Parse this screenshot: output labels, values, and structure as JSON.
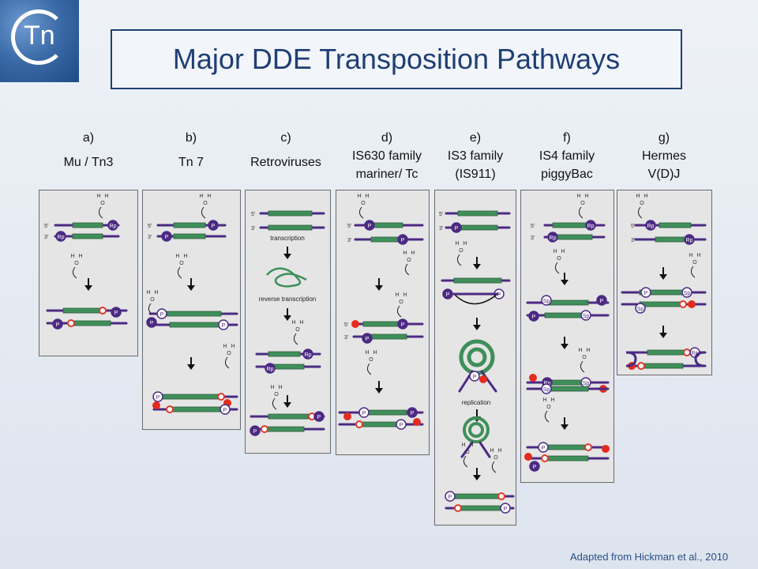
{
  "title": "Major DDE Transposition Pathways",
  "logo_text": "Tn",
  "credit": "Adapted from Hickman et al., 2010",
  "columns": [
    {
      "letter": "a)",
      "line1": "Mu / Tn3",
      "line2": ""
    },
    {
      "letter": "b)",
      "line1": "Tn 7",
      "line2": ""
    },
    {
      "letter": "c)",
      "line1": "Retroviruses",
      "line2": ""
    },
    {
      "letter": "d)",
      "line1": "IS630 family",
      "line2": "mariner/ Tc"
    },
    {
      "letter": "e)",
      "line1": "IS3 family",
      "line2": "(IS911)"
    },
    {
      "letter": "f)",
      "line1": "IS4 family",
      "line2": "piggyBac"
    },
    {
      "letter": "g)",
      "line1": "Hermes",
      "line2": "V(D)J"
    }
  ],
  "labels": {
    "five_prime": "5'",
    "three_prime": "3'",
    "transcription": "transcription",
    "reverse_transcription": "reverse  transcription",
    "replication": "replication",
    "water_h": "H",
    "water_o": "O",
    "phosphate": "P",
    "rp": "Rp",
    "sp": "Sp"
  },
  "colors": {
    "title": "#1f3f73",
    "dna": "#4b2a82",
    "element": "#3f8f5a",
    "element_edge": "#2f5d3c",
    "open_end": "#e03a2a",
    "red_dot": "#e52b1d",
    "panel_bg": "#e5e5e5"
  }
}
